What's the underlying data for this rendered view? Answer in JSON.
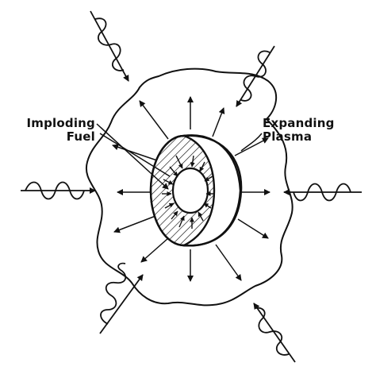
{
  "labels": {
    "imploding_fuel": [
      "Imploding",
      "Fuel"
    ],
    "expanding_plasma": [
      "Expanding",
      "Plasma"
    ]
  },
  "colors": {
    "ink": "#111111",
    "background": "#ffffff"
  }
}
